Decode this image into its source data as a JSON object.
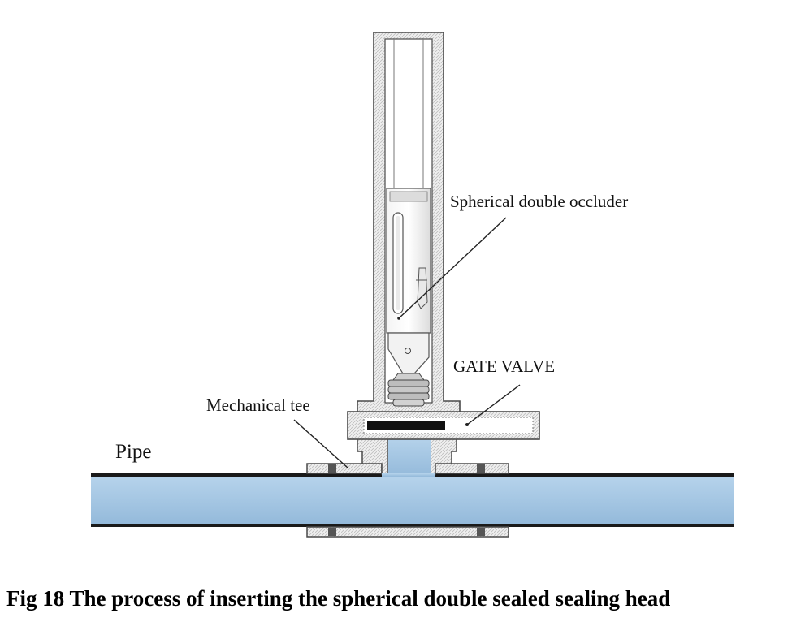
{
  "labels": {
    "occluder": "Spherical double occluder",
    "gate_valve": "GATE VALVE",
    "tee": "Mechanical tee",
    "pipe": "Pipe"
  },
  "caption": "Fig 18 The process of inserting the spherical double sealed sealing head",
  "colors": {
    "water": "#a7c8e4",
    "water_dark": "#8fb6d8",
    "metal": "#e6e6e6",
    "outline": "#4a4a4a",
    "pipe_wall": "#1a1a1a"
  }
}
